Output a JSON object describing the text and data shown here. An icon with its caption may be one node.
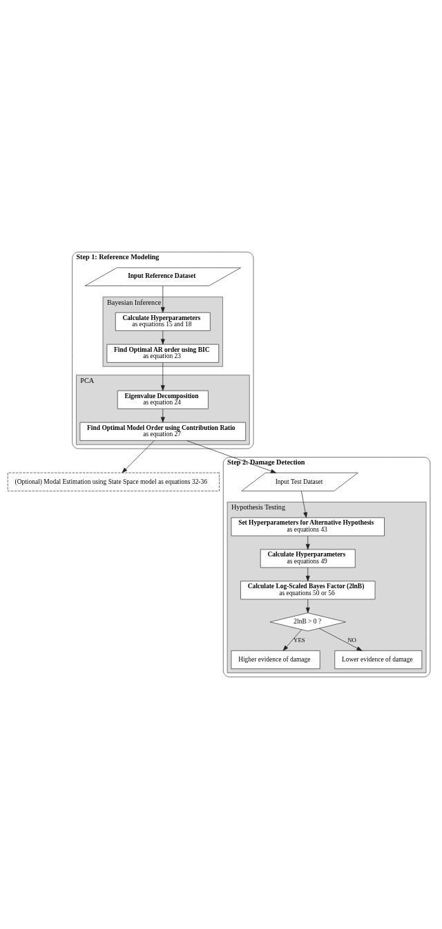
{
  "diagram": {
    "nodes": [
      {
        "text": [
          "Step 1: Reference Modeling"
        ]
      },
      {
        "text": [
          "Input Reference Dataset"
        ],
        "in": 0
      },
      {
        "text": [
          "Bayesian Inference"
        ],
        "in": 0
      },
      {
        "text": [
          "Calculate Hyperparameters",
          "as equations 15 and 18"
        ],
        "in": 2
      },
      {
        "text": [
          "Find Optimal AR order using BIC",
          "as equation 23"
        ],
        "in": 2
      },
      {
        "text": [
          "PCA"
        ],
        "in": 0
      },
      {
        "text": [
          "Eigenvalue Decomposition",
          "as equation 24"
        ],
        "in": 5
      },
      {
        "text": [
          "Find Optimal Model Order using Contribution Ratio",
          "as equation 27"
        ],
        "in": 5
      },
      {
        "text": [
          "(Optional) Modal Estimation using State Space model as equations 32-36"
        ]
      },
      {
        "text": [
          "Step 2: Damage Detection"
        ]
      },
      {
        "text": [
          "Input Test Dataset"
        ],
        "in": 9
      },
      {
        "text": [
          "Hypothesis Testing"
        ],
        "in": 9
      },
      {
        "text": [
          "Set Hyperparameters for Alternative Hypothesis",
          "as equations 43"
        ],
        "in": 11
      },
      {
        "text": [
          "Calculate Hyperparameters",
          "as equations 49"
        ],
        "in": 11
      },
      {
        "text": [
          "Calculate Log-Scaled Bayes Factor (2lnB)",
          "as equations 50 or 56"
        ],
        "in": 11
      },
      {
        "text": [
          "2lnB > 0 ?"
        ],
        "in": 11
      },
      {
        "text": [
          "Higher evidence of damage"
        ],
        "in": 11
      },
      {
        "text": [
          "Lower evidence of damage"
        ],
        "in": 11
      }
    ],
    "edges": [
      {
        "from": 1,
        "to": 3,
        "arrow": "to"
      },
      {
        "from": 3,
        "to": 4,
        "arrow": "to"
      },
      {
        "from": 4,
        "to": 6,
        "arrow": "to"
      },
      {
        "from": 6,
        "to": 7,
        "arrow": "to"
      },
      {
        "from": 7,
        "to": 8,
        "arrow": "to"
      },
      {
        "from": 7,
        "to": 10,
        "arrow": "to"
      },
      {
        "from": 10,
        "to": 12,
        "arrow": "to"
      },
      {
        "from": 12,
        "to": 13,
        "arrow": "to"
      },
      {
        "from": 13,
        "to": 14,
        "arrow": "to"
      },
      {
        "from": 14,
        "to": 15,
        "arrow": "to"
      },
      {
        "from": 15,
        "to": 16,
        "label": "YES",
        "arrow": "to"
      },
      {
        "from": 15,
        "to": 17,
        "label": "NO",
        "arrow": "to"
      }
    ]
  }
}
